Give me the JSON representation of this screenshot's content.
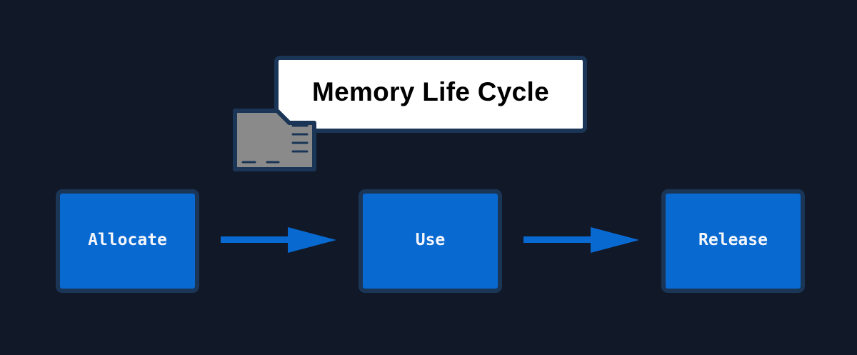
{
  "diagram": {
    "title": "Memory Life Cycle",
    "icon": "folder-icon",
    "nodes": [
      {
        "label": "Allocate"
      },
      {
        "label": "Use"
      },
      {
        "label": "Release"
      }
    ],
    "edges": [
      {
        "from": "Allocate",
        "to": "Use"
      },
      {
        "from": "Use",
        "to": "Release"
      }
    ],
    "colors": {
      "background": "#111827",
      "node_fill": "#0869d1",
      "node_border": "#1a3556",
      "arrow": "#0869d1",
      "title_fill": "#ffffff",
      "folder_fill": "#8a8a8a"
    }
  }
}
